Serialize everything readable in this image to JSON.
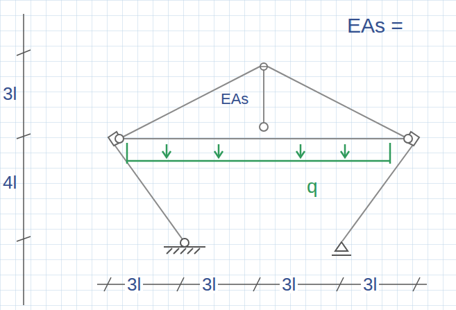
{
  "diagram": {
    "labels": [
      "EAs =",
      "3l",
      "4l",
      "EAs",
      "q",
      "3l",
      "3l",
      "3l",
      "3l"
    ]
  }
}
